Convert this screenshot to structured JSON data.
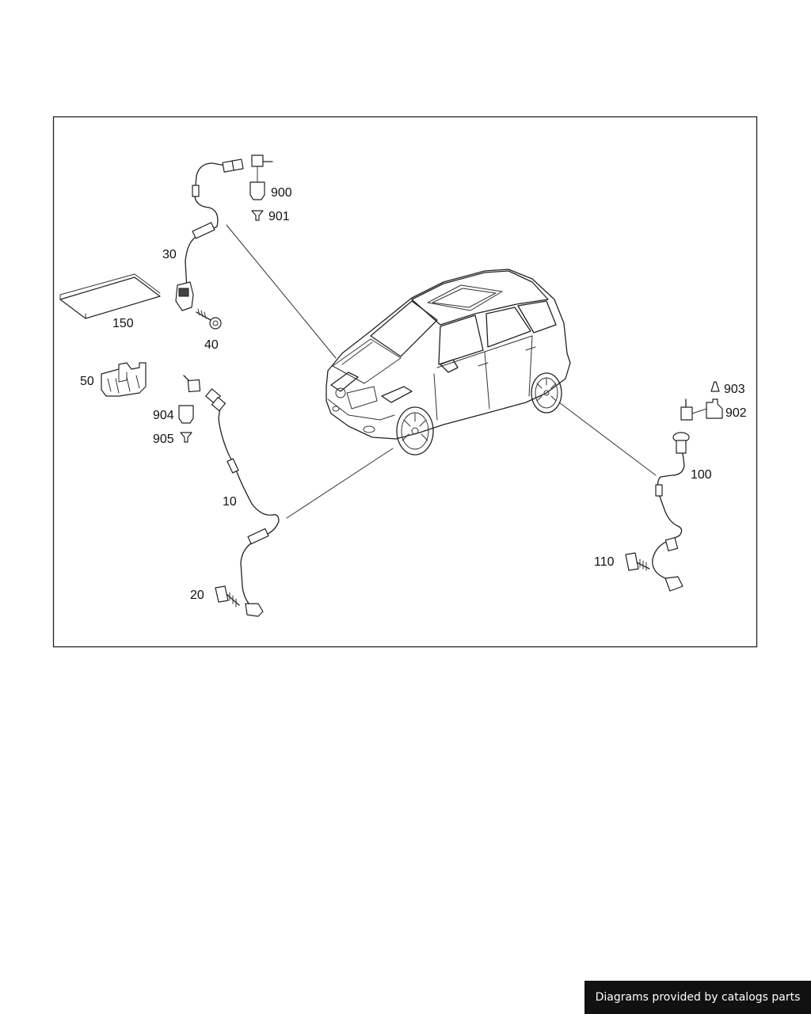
{
  "diagram": {
    "labels": {
      "p10": "10",
      "p20": "20",
      "p30": "30",
      "p40": "40",
      "p50": "50",
      "p100": "100",
      "p110": "110",
      "p150": "150",
      "p900": "900",
      "p901": "901",
      "p902": "902",
      "p903": "903",
      "p904": "904",
      "p905": "905"
    }
  },
  "footer": {
    "credit": "Diagrams provided by catalogs parts"
  }
}
